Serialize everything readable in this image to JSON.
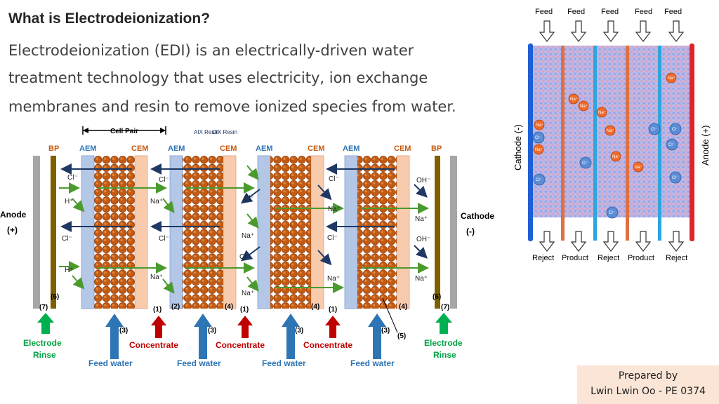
{
  "slide": {
    "title": "What is Electrodeionization?",
    "body_lines": [
      "Electrodeionization (EDI) is an electrically-driven water",
      "treatment technology that uses electricity, ion exchange",
      "membranes and resin to remove ionized species from water."
    ],
    "credit_line1": "Prepared by",
    "credit_line2": "Lwin Lwin Oo - PE 0374"
  },
  "stack_diagram": {
    "cell_pair": "Cell Pair",
    "aix_resin": "AIX Resin",
    "cix_resin": "CIX Resin",
    "bp": "BP",
    "aem": "AEM",
    "cem": "CEM",
    "anode_word": "Anode",
    "anode_sign": "(+)",
    "cathode_word": "Cathode",
    "cathode_sign": "(-)",
    "electrode_rinse_1": "Electrode",
    "electrode_rinse_2": "Rinse",
    "feed_water": "Feed water",
    "concentrate": "Concentrate",
    "cl": "Cl⁻",
    "na": "Na⁺",
    "h": "H⁺",
    "oh": "OH⁻",
    "n1": "(1)",
    "n2": "(2)",
    "n3": "(3)",
    "n4": "(4)",
    "n5": "(5)",
    "n6": "(6)",
    "n7": "(7)"
  },
  "edi_diagram": {
    "feed": "Feed",
    "reject": "Reject",
    "product": "Product",
    "cathode": "Cathode (-)",
    "anode": "Anode (+)",
    "na": "Na⁺",
    "cl": "Cl⁻"
  },
  "colors": {
    "aem": "#b4c7e7",
    "cem": "#f8cbad",
    "bead": "#c55a11",
    "bp": "#7f6000",
    "electrode": "#a6a6a6",
    "feed_arrow": "#2e75b6",
    "concentrate_arrow": "#c00000",
    "rinse_arrow": "#00b050",
    "anion_arrow": "#1f3864",
    "cation_arrow": "#4b9a2e",
    "edi_cathode": "#1f5fd6",
    "edi_anode": "#e0242a",
    "edi_cem": "#e07040",
    "edi_aem": "#2aa6e0",
    "na_ion": "#f06a2a",
    "cl_ion": "#5b8dd6"
  }
}
